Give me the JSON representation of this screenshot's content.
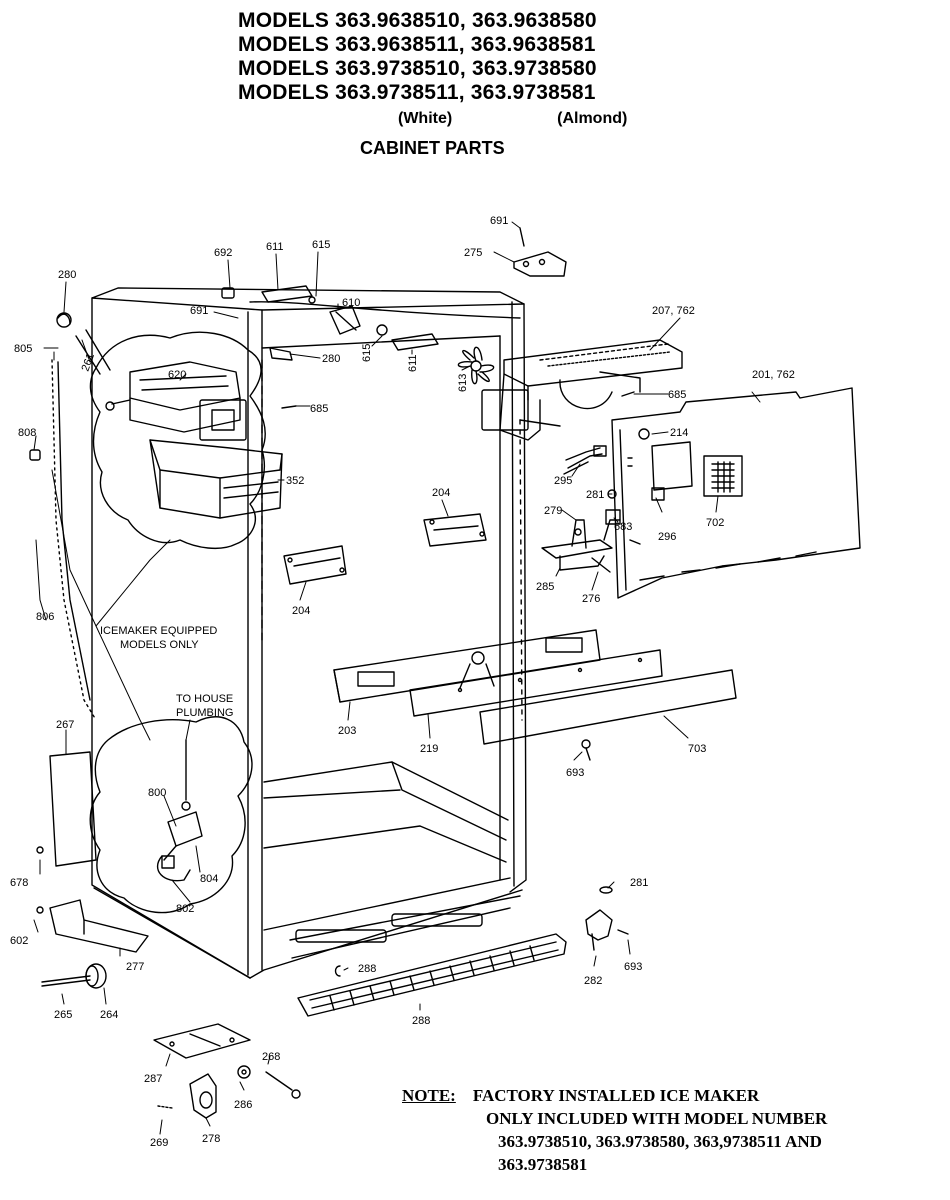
{
  "header": {
    "model_lines": [
      "MODELS 363.9638510, 363.9638580",
      "MODELS 363.9638511, 363.9638581",
      "MODELS 363.9738510, 363.9738580",
      "MODELS 363.9738511, 363.9738581"
    ],
    "color_white": "(White)",
    "color_almond": "(Almond)",
    "subtitle": "CABINET PARTS"
  },
  "callouts": {
    "c691a": "691",
    "c275": "275",
    "c692": "692",
    "c611a": "611",
    "c615a": "615",
    "c610": "610",
    "c691b": "691",
    "c280a": "280",
    "c280b": "280",
    "c615b": "615",
    "c611b": "611",
    "c613": "613",
    "c207": "207, 762",
    "c201": "201, 762",
    "c805": "805",
    "c261": "261",
    "c620": "620",
    "c685a": "685",
    "c685b": "685",
    "c214": "214",
    "c808": "808",
    "c352": "352",
    "c295": "295",
    "c281a": "281",
    "c204a": "204",
    "c279": "279",
    "c683": "683",
    "c296": "296",
    "c702": "702",
    "c285": "285",
    "c276": "276",
    "c204b": "204",
    "c806": "806",
    "icemaker_line1": "ICEMAKER EQUIPPED",
    "icemaker_line2": "MODELS ONLY",
    "plumbing_line1": "TO HOUSE",
    "plumbing_line2": "PLUMBING",
    "c203": "203",
    "c219": "219",
    "c703": "703",
    "c267": "267",
    "c693a": "693",
    "c800": "800",
    "c804": "804",
    "c802": "802",
    "c678": "678",
    "c281b": "281",
    "c602": "602",
    "c277": "277",
    "c288a": "288",
    "c282": "282",
    "c693b": "693",
    "c265": "265",
    "c264": "264",
    "c288b": "288",
    "c287": "287",
    "c268": "268",
    "c286": "286",
    "c278": "278",
    "c269": "269"
  },
  "note": {
    "label": "NOTE:",
    "line1": "FACTORY INSTALLED ICE MAKER",
    "line2": "ONLY INCLUDED WITH MODEL NUMBER",
    "line3": "363.9738510, 363.9738580, 363,9738511 AND",
    "line4": "363.9738581"
  }
}
